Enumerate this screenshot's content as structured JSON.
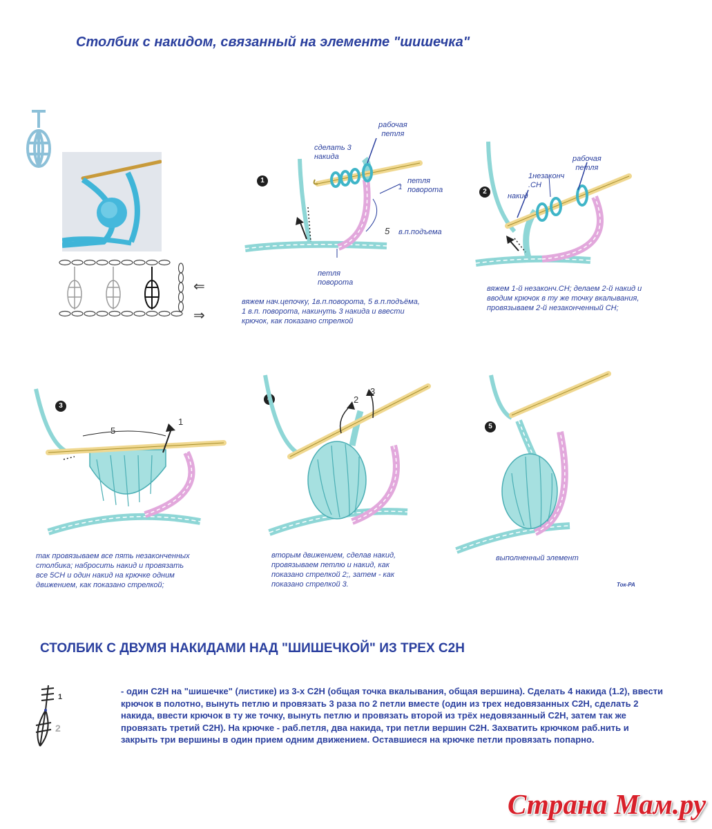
{
  "title": "Столбик с накидом, связанный на элементе \"шишечка\"",
  "step1": {
    "number": "1",
    "label_working_loop": "рабочая\nпетля",
    "label_make_yarnovers": "сделать 3\nнакида",
    "label_turn_loop_1": "петля\nповорота",
    "label_one": "1",
    "label_five": "5",
    "label_lift_chains": "в.п.подъема",
    "label_turn_loop_2": "петля\nповорота",
    "caption": "вяжем нач.цепочку, 1в.п.поворота, 5 в.п.подъёма,\n1 в.п. поворота, накинуть 3 накида и ввести\nкрючок, как показано стрелкой"
  },
  "step2": {
    "number": "2",
    "label_working_loop": "рабочая\nпетля",
    "label_unfinished": "1незаконч\n.СН",
    "label_yarnover": "накид",
    "caption": "вяжем 1-й незаконч.СН; делаем 2-й накид и\nвводим крючок в ту же точку вкалывания,\nпровязываем 2-й незаконченный СН;"
  },
  "step3": {
    "number": "3",
    "label_five": "5",
    "label_one": "1",
    "caption": "так провязываем все пять незаконченных\nстолбика; набросить накид и провязать\nвсе 5СН и один накид на крючке одним\nдвижением, как показано стрелкой;"
  },
  "step4": {
    "number": "4",
    "label_two": "2",
    "label_three": "3",
    "caption": "вторым движением, сделав накид,\nпровязываем петлю и накид, как\nпоказано стрелкой 2;, затем - как\nпоказано стрелкой 3."
  },
  "step5": {
    "number": "5",
    "caption": "выполненный элемент"
  },
  "credit": "Ток-РА",
  "arrows": {
    "left": "⇐",
    "right": "⇒"
  },
  "section2_title": "СТОЛБИК С ДВУМЯ НАКИДАМИ  НАД \"ШИШЕЧКОЙ\" ИЗ ТРЕХ С2Н",
  "symbol2_labels": {
    "one": "1",
    "two": "2"
  },
  "section2_text": "- один С2Н на \"шишечке\" (листике) из 3-х С2Н (общая точка вкалывания, общая вершина). Сделать 4 накида (1.2), ввести  крючок в полотно, вынуть петлю и провязать 3 раза по 2 петли вместе (один из трех недовязанных  С2Н,  сделать 2 накида, ввести крючок в ту же точку, вынуть петлю и провязать второй из трёх недовязанный С2Н, затем так же провязать третий С2Н). На крючке - раб.петля, два накида, три петли вершин С2Н.  Захватить крючком раб.нить и закрыть три вершины в один прием одним движением. Оставшиеся на крючке петли провязать попарно.",
  "watermark": "Страна Мам.ру",
  "colors": {
    "text_blue": "#2a3f9e",
    "yarn_teal": "#7fd0d0",
    "yarn_pink": "#e0a8d8",
    "hook": "#f0d890",
    "logo_red": "#d8202a",
    "photo_yarn": "#3fb5d8"
  }
}
